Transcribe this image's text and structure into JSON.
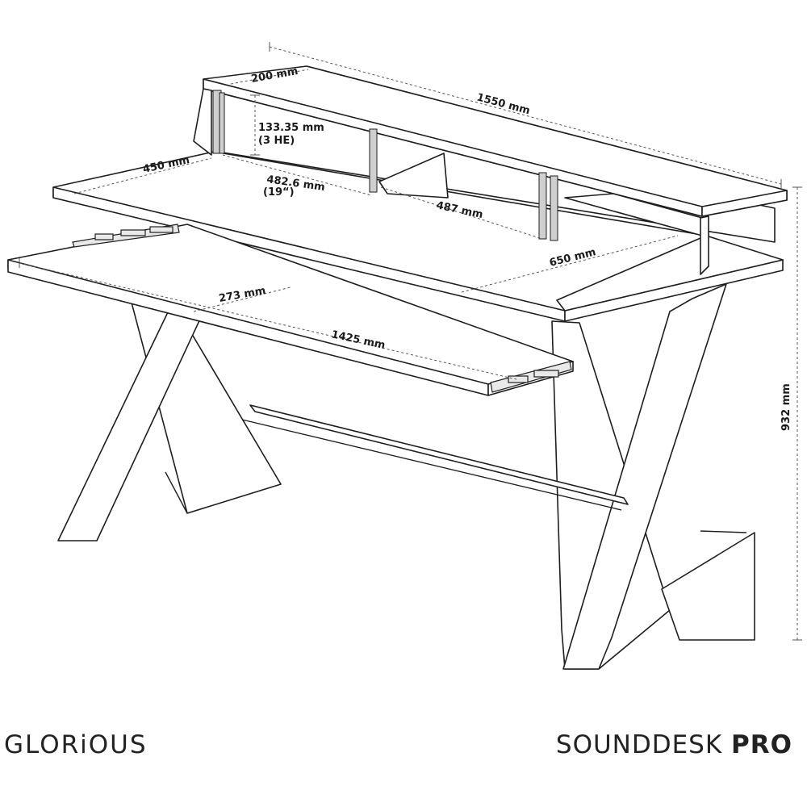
{
  "brand": {
    "left": "GLORiOUS",
    "product_name": "SOUNDDESK",
    "product_suffix": "PRO"
  },
  "dimensions": {
    "shelf_depth": "200 mm",
    "top_width": "1550 mm",
    "rack_height": "133.35 mm",
    "rack_height_units": "(3 HE)",
    "desk_depth": "450 mm",
    "rack_width": "482.6 mm",
    "rack_width_inch": "(19“)",
    "bay_width": "487 mm",
    "right_depth": "650 mm",
    "tray_depth": "273 mm",
    "tray_width": "1425 mm",
    "overall_height": "932 mm"
  }
}
